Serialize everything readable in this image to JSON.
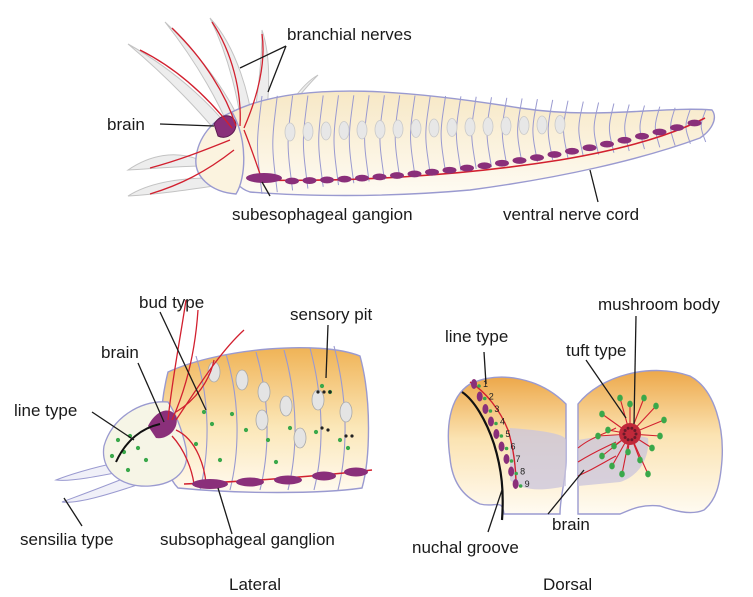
{
  "labels": {
    "branchial_nerves": "branchial nerves",
    "brain": "brain",
    "subesophageal_ganglion": "subesophageal gangion",
    "ventral_nerve_cord": "ventral nerve cord",
    "bud_type": "bud type",
    "sensory_pit": "sensory pit",
    "lateral_brain": "brain",
    "lateral_line_type": "line type",
    "sensilia_type": "sensilia type",
    "subsophageal_ganglion": "subsophageal ganglion",
    "mushroom_body": "mushroom body",
    "dorsal_line_type": "line type",
    "tuft_type": "tuft type",
    "dorsal_brain": "brain",
    "nuchal_groove": "nuchal groove"
  },
  "captions": {
    "lateral": "Lateral",
    "dorsal": "Dorsal"
  },
  "line_type_numbers": [
    "1",
    "2",
    "3",
    "4",
    "5",
    "6",
    "7",
    "8",
    "9"
  ],
  "colors": {
    "nerve": "#d2202f",
    "ganglion": "#8a2f7a",
    "body_outline": "#9a9ad0",
    "body_fill": "#fbf1d6",
    "head_orange": "#f1b659",
    "sense_dot": "#3aa84a"
  }
}
